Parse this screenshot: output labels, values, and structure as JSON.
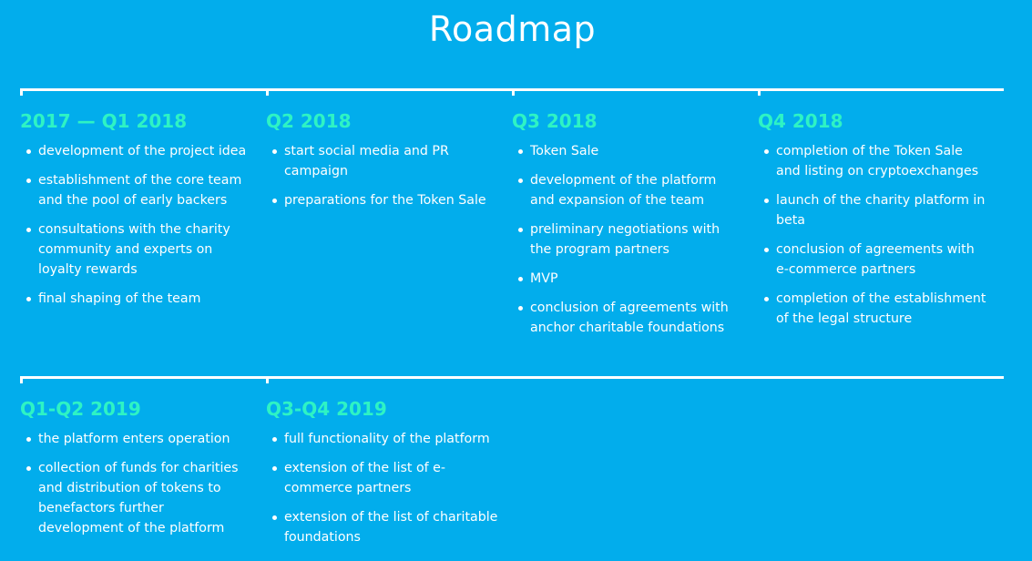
{
  "header": {
    "title": "Roadmap"
  },
  "colors": {
    "background": "#02adec",
    "phase_title": "#2ef3c4",
    "text": "#ffffff",
    "timeline": "#ffffff"
  },
  "phases": [
    {
      "title": "2017 — Q1 2018",
      "items": [
        "development of the project idea",
        "establishment of the core team and the pool of early backers",
        "consultations with the charity community and experts on loyalty rewards",
        "final shaping of the team"
      ]
    },
    {
      "title": "Q2 2018",
      "items": [
        "start social media and PR campaign",
        "preparations for the Token Sale"
      ]
    },
    {
      "title": "Q3 2018",
      "items": [
        "Token Sale",
        "development of the platform and expansion of the team",
        "preliminary negotiations with the program partners",
        "MVP",
        "conclusion of agreements with anchor charitable foundations"
      ]
    },
    {
      "title": "Q4 2018",
      "items": [
        "completion of the Token Sale and listing on cryptoexchanges",
        "launch of the charity platform in beta",
        "conclusion of agreements with e-commerce partners",
        "completion of the establishment of the legal structure"
      ]
    },
    {
      "title": "Q1-Q2 2019",
      "items": [
        "the platform enters operation",
        "collection of funds for charities and distribution of tokens to benefactors further development of the platform"
      ]
    },
    {
      "title": "Q3-Q4 2019",
      "items": [
        "full functionality of the platform",
        "extension of the list of e-commerce partners",
        "extension of the list of  charitable foundations"
      ]
    }
  ]
}
